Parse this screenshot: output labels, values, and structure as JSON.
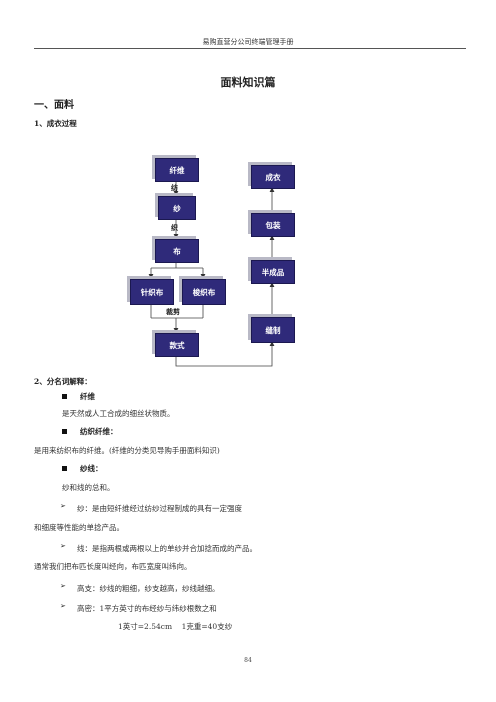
{
  "header": "易购直营分公司终端管理手册",
  "title": "面料知识篇",
  "section1": "一、面料",
  "sub1": "1、成衣过程",
  "diagram": {
    "nodes": {
      "fiber": "纤维",
      "yarn": "纱",
      "cloth": "布",
      "knit": "针织布",
      "woven": "梭织布",
      "style": "款式",
      "sewing": "缝制",
      "semi": "半成品",
      "pack": "包装",
      "garment": "成衣"
    },
    "edge_labels": {
      "spin": "纺",
      "weave": "织",
      "cut": "裁剪"
    }
  },
  "sub2": "2、分名词解释：",
  "terms": {
    "fiber_label": "纤维",
    "fiber_def": "是天然或人工合成的细丝状物质。",
    "textile_fiber_label": "纺织纤维：",
    "textile_fiber_def": "是用来纺织布的纤维。(纤维的分类见导购手册面料知识)",
    "yarn_label": "纱线：",
    "yarn_def": "纱和线的总和。",
    "yarn_item1_line1": "纱：是由短纤维经过纺纱过程制成的具有一定强度",
    "yarn_item1_line2": "和细度等性能的单捻产品。",
    "yarn_item2_line1": "线：是指两根或两根以上的单纱并合加捻而成的产品。",
    "yarn_item2_line2": "通常我们把布匹长度叫经向，布匹宽度叫纬向。",
    "yarn_item3": "高支：纱线的粗细，纱支越高，纱线越细。",
    "yarn_item4": "高密：1平方英寸的布经纱与纬纱根数之和",
    "yarn_item4_note": "1英寸=2.54cm    1克重=40支纱"
  },
  "page_number": "84"
}
